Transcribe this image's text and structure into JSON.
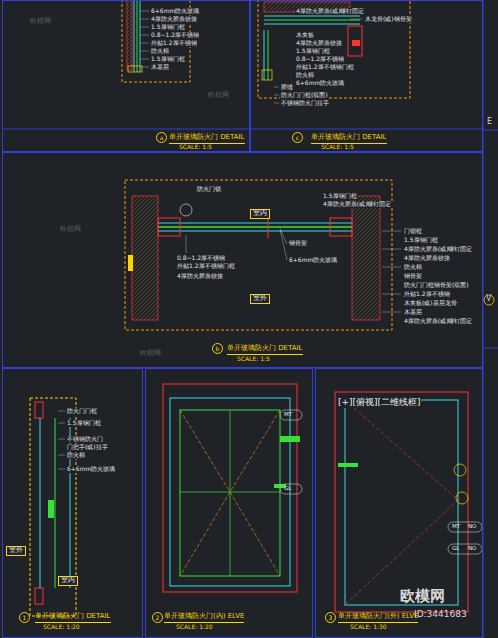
{
  "diagram": {
    "nodes": [
      {
        "text": [
          "单开玻璃防火门 DETAIL",
          "SCALE: 1:5"
        ]
      },
      {
        "text": [
          "单开玻璃防火门 DETAIL",
          "SCALE: 1:5"
        ]
      },
      {
        "text": [
          "单开玻璃防火门 DETAIL",
          "SCALE: 1:5"
        ]
      },
      {
        "text": [
          "单开玻璃防火门 DETAIL",
          "SCALE: 1:20"
        ]
      },
      {
        "text": [
          "单开玻璃防火门(内) ELVE",
          "SCALE: 1:20"
        ]
      },
      {
        "text": [
          "单开玻璃防火门(外) ELVE",
          "SCALE: 1:30"
        ]
      }
    ],
    "edges": [],
    "labels": [
      "a",
      "c",
      "b",
      "1",
      "2",
      "3",
      "6+6mm防火玻璃",
      "4厚防火胶条铰接",
      "1.5厚钢门框",
      "0.8~1.2厚不锈钢",
      "外贴1.2厚不锈钢",
      "防火棉",
      "1.5厚钢门框",
      "木基层",
      "4厚防火胶条(或)螺钉固定",
      "木龙骨(或)钢骨架",
      "木夹板",
      "4厚防火胶条铰接",
      "1.5厚钢门框",
      "0.8~1.2厚不锈钢",
      "外贴1.2厚不锈钢门框",
      "防火棉",
      "6+6mm防火玻璃",
      "胶缝",
      "防火门门框(双面)",
      "不锈钢防火门拉手",
      "防火门锁",
      "室内",
      "1.5厚钢门框",
      "4厚防火胶条(或)螺钉固定",
      "门锁框",
      "1.5厚钢门框",
      "4厚防火胶条(或)螺钉固定",
      "4厚防火胶条铰接",
      "防火棉",
      "钢骨架",
      "防火门门框钢骨架(双面)",
      "外贴1.2厚不锈钢",
      "木夹板(或)基层龙骨",
      "木基层",
      "4厚防火胶条(或)螺钉固定",
      "0.8~1.2厚不锈钢",
      "外贴1.2厚不锈钢门框",
      "4厚防火胶条铰接",
      "钢骨架",
      "6+6mm防火玻璃",
      "室外",
      "防火门门框",
      "1.5厚钢门框",
      "不锈钢防火门",
      "门把手(或)拉手",
      "防火棉",
      "6+6mm防火玻璃",
      "室外",
      "室内",
      "MT",
      "GL",
      "[+][俯视][二维线框]",
      "MT",
      "NO",
      "GL",
      "NO",
      "E",
      "V",
      "欧模网",
      "欧模网",
      "欧模网",
      "欧模网",
      "欧模网",
      "ID:3441683"
    ]
  }
}
